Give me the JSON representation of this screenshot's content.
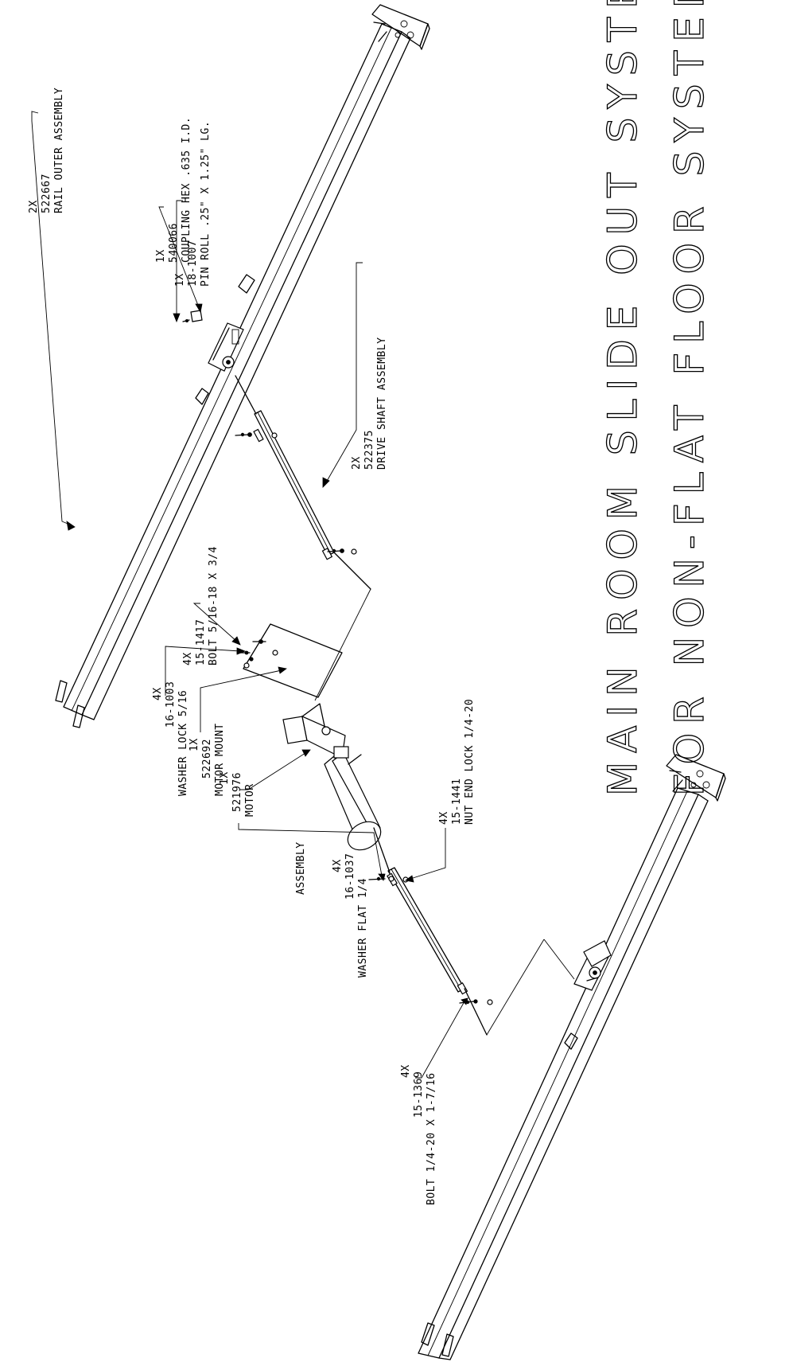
{
  "title": {
    "line1": "MAIN ROOM SLIDE OUT SYSTEMS",
    "line2": "FOR NON-FLAT FLOOR SYSTEMS"
  },
  "callouts": {
    "rail_outer": {
      "qty": "2X",
      "part": "522667",
      "desc": "RAIL OUTER ASSEMBLY"
    },
    "pin_roll": {
      "qty": "1X",
      "part": "18-1007",
      "desc": "PIN ROLL .25\" X 1.25\" LG."
    },
    "coupling": {
      "qty": "1X",
      "part": "540066",
      "desc": "COUPLING HEX .635 I.D."
    },
    "drive_shaft": {
      "qty": "2X",
      "part": "522375",
      "desc": "DRIVE SHAFT ASSEMBLY"
    },
    "bolt_516": {
      "qty": "4X",
      "part": "15-1417",
      "desc": "BOLT 5/16-18 X 3/4"
    },
    "washer_lock": {
      "qty": "4X",
      "part": "16-1003",
      "desc": "WASHER LOCK 5/16"
    },
    "motor_mount": {
      "qty": "1X",
      "part": "522692",
      "desc": "MOTOR MOUNT"
    },
    "motor": {
      "qty": "1X",
      "part": "521976",
      "desc1": "MOTOR",
      "desc2": "ASSEMBLY"
    },
    "nut": {
      "qty": "4X",
      "part": "15-1441",
      "desc": "NUT END LOCK 1/4-20"
    },
    "washer_flat": {
      "qty": "4X",
      "part": "16-1037",
      "desc": "WASHER FLAT 1/4"
    },
    "bolt_14": {
      "qty": "4X",
      "part": "15-1369",
      "desc": "BOLT 1/4-20 X 1-7/16"
    }
  }
}
